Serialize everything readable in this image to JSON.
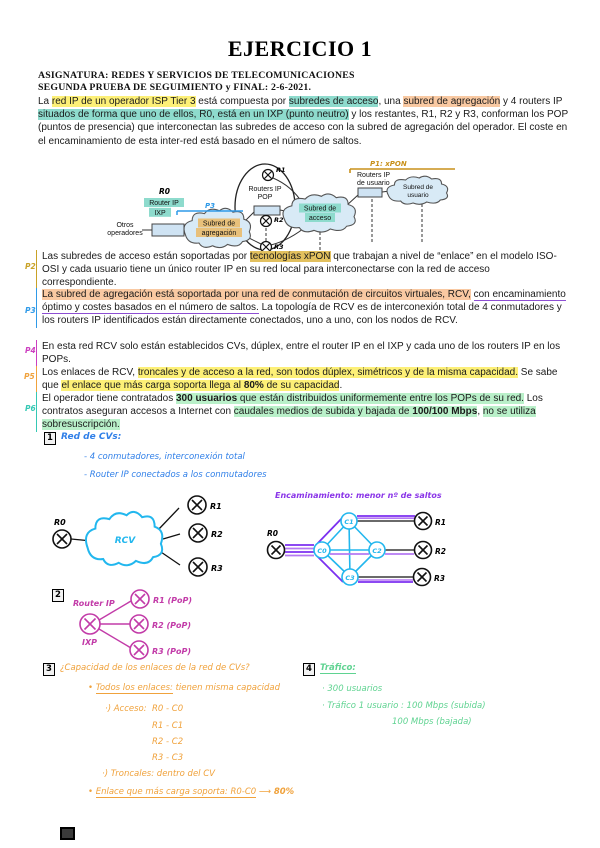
{
  "page": {
    "title": "EJERCICIO 1",
    "subject": "ASIGNATURA: REDES Y SERVICIOS DE TELECOMUNICACIONES",
    "exam": "SEGUNDA PRUEBA DE SEGUIMIENTO y FINAL: 2-6-2021."
  },
  "colors": {
    "hl_yellow": "#fdf077",
    "hl_teal": "#8edbcd",
    "hl_orange": "#f9c9a2",
    "hl_gold": "#e2c05e",
    "hl_green": "#b9f0c9",
    "underline_purple": "#8d4fd3",
    "ink_blue": "#2f7fe8",
    "ink_cyan": "#22b7ee",
    "ink_purple": "#8a35e8",
    "ink_purple_light": "#b579f2",
    "ink_magenta": "#c23ba8",
    "ink_orange": "#f0a23c",
    "ink_green": "#5fd391",
    "mark_p2": "#c9a227",
    "mark_p3": "#2f9ae8",
    "mark_p4": "#cc3fc0",
    "mark_p5": "#f0a23c",
    "mark_p6": "#35c8b4"
  },
  "intro": [
    {
      "t": "La "
    },
    {
      "t": "red IP de un operador ISP Tier 3",
      "c": "hy"
    },
    {
      "t": " está compuesta por "
    },
    {
      "t": "subredes de acceso",
      "c": "ht"
    },
    {
      "t": ", una "
    },
    {
      "t": "subred de agregación",
      "c": "ho"
    },
    {
      "t": "  y 4 routers IP "
    },
    {
      "t": "situados de forma que uno de ellos, R0, está en un IXP (punto neutro)",
      "c": "ht"
    },
    {
      "t": "  y los restantes, R1, R2 y R3, conforman los POP (puntos de presencia) que interconectan las subredes de acceso con la subred de agregación del operador. El coste en el encaminamiento de esta inter-red está basado en el número de saltos."
    }
  ],
  "p2": [
    {
      "t": "Las subredes de acceso están soportadas por "
    },
    {
      "t": "tecnologías xPON",
      "c": "hg"
    },
    {
      "t": " que trabajan a nivel de “enlace” en el modelo ISO-OSI  y cada usuario tiene un único router IP en su red local para interconectarse con la red de acceso correspondiente."
    }
  ],
  "p3": [
    {
      "t": "La subred de agregación está soportada por una red de conmutación de circuitos virtuales, RCV,",
      "c": "ho"
    },
    {
      "t": "  "
    },
    {
      "t": "con encaminamiento óptimo y costes basados en el número de saltos.",
      "c": "up"
    },
    {
      "t": " La topología de RCV es de interconexión total de 4 conmutadores y los routers IP identificados están directamente conectados, uno a uno, con los nodos de RCV."
    }
  ],
  "p4": [
    {
      "t": "En esta red RCV solo están establecidos CVs, dúplex, entre el router IP en el IXP y cada uno de los  routers IP en los POPs."
    }
  ],
  "p5": [
    {
      "t": "Los enlaces de RCV, "
    },
    {
      "t": "troncales y de acceso a la red, son todos dúplex, simétricos y de la misma capacidad.",
      "c": "hy"
    },
    {
      "t": " Se sabe que "
    },
    {
      "t": "el enlace que más carga soporta llega al ",
      "c": "hy"
    },
    {
      "t": "80%",
      "c": "hy",
      "b": true
    },
    {
      "t": " de su capacidad",
      "c": "hy"
    },
    {
      "t": "."
    }
  ],
  "p6": [
    {
      "t": "El operador tiene contratados "
    },
    {
      "t": "300 usuarios",
      "c": "hgr",
      "b": true
    },
    {
      "t": " ",
      "c": "hgr"
    },
    {
      "t": "que están distribuidos uniformemente entre los POPs de su red.",
      "c": "hgr"
    },
    {
      "t": " Los contratos aseguran accesos a Internet con "
    },
    {
      "t": "caudales medios de subida y bajada de ",
      "c": "hgr"
    },
    {
      "t": "100/100 Mbps",
      "c": "hgr",
      "b": true
    },
    {
      "t": ", "
    },
    {
      "t": "no se utiliza sobresuscripción.",
      "c": "hgr"
    }
  ],
  "marks": {
    "p2": "P2",
    "p3": "P3",
    "p4": "P4",
    "p5": "P5",
    "p6": "P6"
  },
  "fig": {
    "r0": "R0",
    "router_ip": "Router IP",
    "ixp": "IXP",
    "otros1": "Otros",
    "otros2": "operadores",
    "agre1": "Subred de",
    "agre2": "agregación",
    "p3": "P3",
    "pop1": "Routers IP",
    "pop2": "POP",
    "r1": "R1",
    "r2": "R2",
    "r3": "R3",
    "acc1": "Subred de",
    "acc2": "acceso",
    "p1": "P1: xPON",
    "usr1": "Routers IP",
    "usr2": "de usuario",
    "ucloud1": "Subred de",
    "ucloud2": "usuario"
  },
  "hand1": {
    "num": "1",
    "title": "Red de CVs:",
    "item1": "- 4 conmutadores, interconexión total",
    "item2": "- Router IP conectados a los conmutadores"
  },
  "diag1": {
    "r0": "R0",
    "cloud": "RCV",
    "r1": "R1",
    "r2": "R2",
    "r3": "R3"
  },
  "routing": {
    "note": "Encaminamiento: menor nº de saltos",
    "r0": "R0",
    "c0": "C0",
    "c1": "C1",
    "c2": "C2",
    "c3": "C3",
    "r1": "R1",
    "r2": "R2",
    "r3": "R3"
  },
  "diag2": {
    "num": "2",
    "router_ip": "Router IP",
    "ixp": "IXP",
    "r1": "R1 (PoP)",
    "r2": "R2 (PoP)",
    "r3": "R3 (PoP)"
  },
  "sec3": {
    "num": "3",
    "title": "¿Capacidad de los enlaces  de la red de CVs?",
    "b1_bullet": "•",
    "b1u": "Todos los enlaces:",
    "b1r": "  tienen misma capacidad",
    "acc": "·) Acceso:",
    "pair1": "R0 - C0",
    "pair2": "R1 - C1",
    "pair3": "R2 - C2",
    "pair4": "R3 - C3",
    "tron": "·) Troncales: dentro del CV",
    "b2_bullet": "•",
    "b2u": "Enlace que más carga soporta: R0-C0",
    "arrow": "⟶",
    "val": "80%"
  },
  "sec4": {
    "num": "4",
    "title": "Tráfico:",
    "l1": "· 300 usuarios",
    "l2": "· Tráfico  1  usuario :  100 Mbps (subida)",
    "l3": "100 Mbps (bajada)"
  }
}
